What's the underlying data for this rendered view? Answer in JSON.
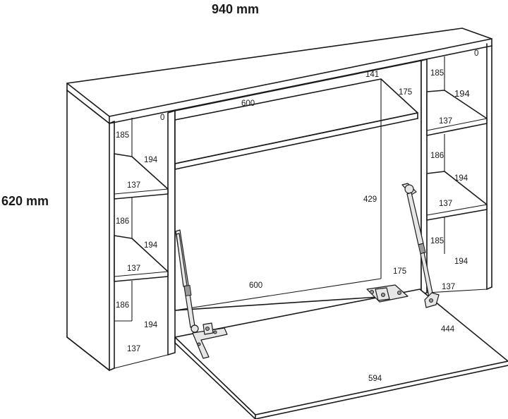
{
  "overall": {
    "width_label": "940 mm",
    "height_label": "620 mm"
  },
  "left_column": {
    "top_cell": {
      "height": "185",
      "depth": "194",
      "width": "137"
    },
    "middle_cell": {
      "height": "186",
      "depth": "194",
      "width": "137"
    },
    "bottom_cell": {
      "height": "186",
      "depth": "194",
      "width": "137"
    }
  },
  "right_column": {
    "top_cell": {
      "height": "185",
      "depth": "194",
      "width": "137"
    },
    "middle_cell": {
      "height": "186",
      "depth": "194",
      "width": "137"
    },
    "bottom_cell": {
      "height": "185",
      "depth": "194",
      "width": "137"
    }
  },
  "middle_shelf": {
    "width": "600",
    "depth": "175",
    "clearance": "141"
  },
  "center_opening": {
    "height": "429",
    "width": "600",
    "depth": "175"
  },
  "desk_flap": {
    "width": "594",
    "depth": "444"
  },
  "hinge_marks": {
    "left": "0",
    "right": "0"
  }
}
